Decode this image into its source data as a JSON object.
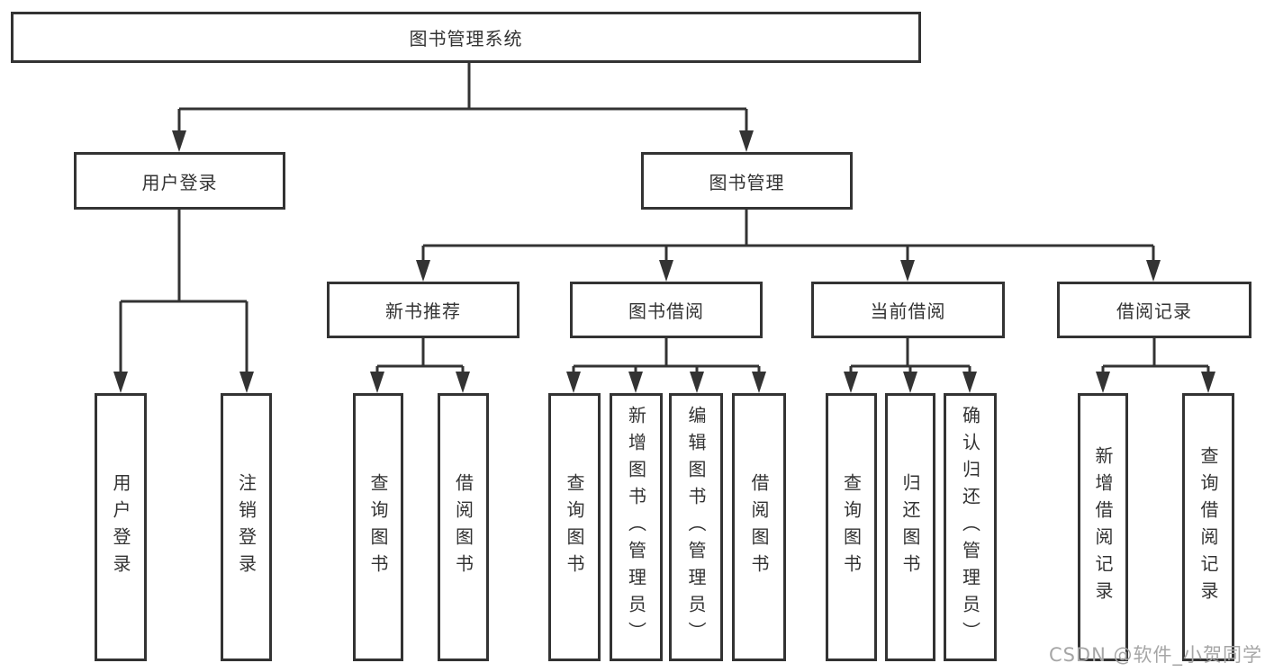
{
  "tree": {
    "root": "图书管理系统",
    "level2": [
      {
        "label": "用户登录",
        "leaves": [
          "用户登录",
          "注销登录"
        ]
      },
      {
        "label": "图书管理",
        "children": [
          {
            "label": "新书推荐",
            "leaves": [
              "查询图书",
              "借阅图书"
            ]
          },
          {
            "label": "图书借阅",
            "leaves": [
              "查询图书",
              "新增图书（管理员）",
              "编辑图书（管理员）",
              "借阅图书"
            ]
          },
          {
            "label": "当前借阅",
            "leaves": [
              "查询图书",
              "归还图书",
              "确认归还（管理员）"
            ]
          },
          {
            "label": "借阅记录",
            "leaves": [
              "新增借阅记录",
              "查询借阅记录"
            ]
          }
        ]
      }
    ]
  },
  "watermark": "CSDN @软件_小贺同学",
  "colors": {
    "line": "#333333",
    "text": "#333333",
    "box_background": "#ffffff",
    "page_background": "#ffffff",
    "watermark": "#a6a6a6"
  }
}
